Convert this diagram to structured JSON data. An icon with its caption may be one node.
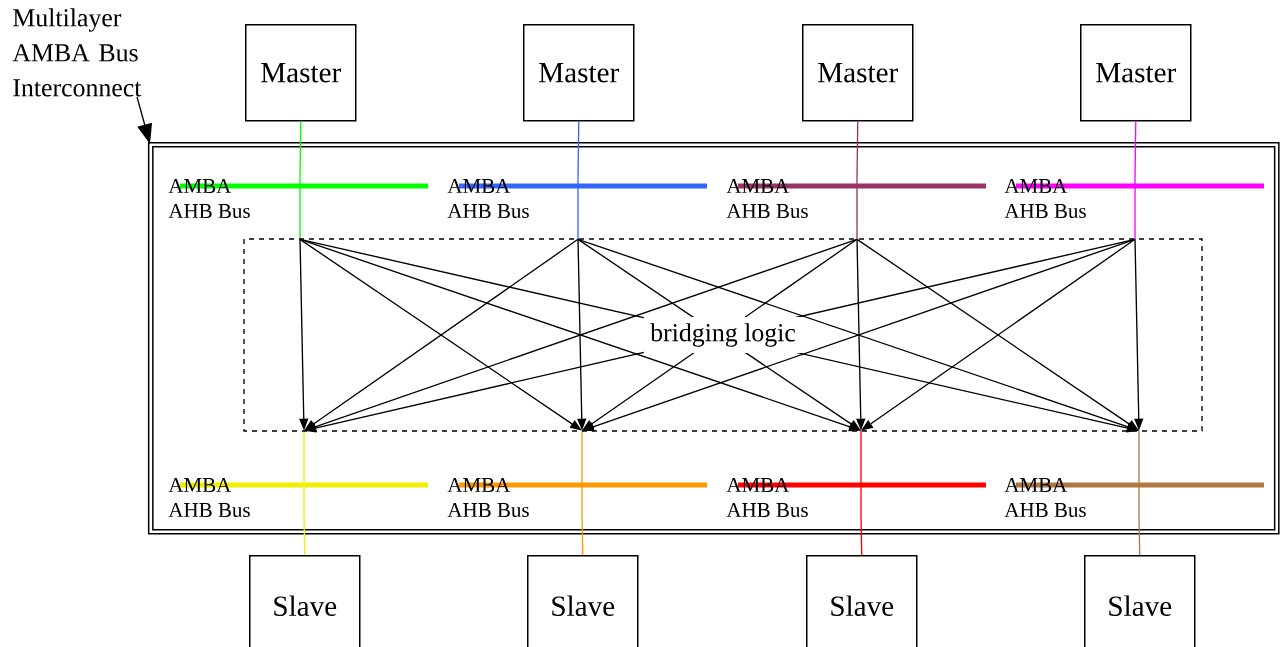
{
  "diagram": {
    "nodes": [
      {
        "text": [
          "Multilayer AMBA Bus Interconnect"
        ]
      },
      {
        "text": [],
        "shape": "box"
      },
      {
        "text": [
          "Master"
        ]
      },
      {
        "text": [
          "Master"
        ]
      },
      {
        "text": [
          "Master"
        ]
      },
      {
        "text": [
          "Master"
        ]
      },
      {
        "text": [
          "AMBA AHB Bus"
        ],
        "in": 1
      },
      {
        "text": [
          "AMBA AHB Bus"
        ],
        "in": 1
      },
      {
        "text": [
          "AMBA AHB Bus"
        ],
        "in": 1
      },
      {
        "text": [
          "AMBA AHB Bus"
        ],
        "in": 1
      },
      {
        "text": [
          "AMBA AHB Bus"
        ],
        "in": 1
      },
      {
        "text": [
          "AMBA AHB Bus"
        ],
        "in": 1
      },
      {
        "text": [
          "AMBA AHB Bus"
        ],
        "in": 1
      },
      {
        "text": [
          "AMBA AHB Bus"
        ],
        "in": 1
      },
      {
        "text": [
          "Slave"
        ]
      },
      {
        "text": [
          "Slave"
        ]
      },
      {
        "text": [
          "Slave"
        ]
      },
      {
        "text": [
          "Slave"
        ]
      }
    ],
    "edges": [
      {
        "from": 0,
        "to": 1,
        "arrow": "to"
      },
      {
        "from": 2,
        "to": 6,
        "arrow": "none",
        "color": "#00ff00"
      },
      {
        "from": 3,
        "to": 7,
        "arrow": "none",
        "color": "#3366ff"
      },
      {
        "from": 4,
        "to": 8,
        "arrow": "none",
        "color": "#993366"
      },
      {
        "from": 5,
        "to": 9,
        "arrow": "none",
        "color": "#ff00ff"
      },
      {
        "from": 6,
        "to": 10,
        "arrow": "to"
      },
      {
        "from": 6,
        "to": 11,
        "arrow": "to"
      },
      {
        "from": 6,
        "to": 12,
        "arrow": "to"
      },
      {
        "from": 6,
        "to": 13,
        "arrow": "to"
      },
      {
        "from": 7,
        "to": 10,
        "arrow": "to"
      },
      {
        "from": 7,
        "to": 11,
        "arrow": "to"
      },
      {
        "from": 7,
        "to": 12,
        "arrow": "to"
      },
      {
        "from": 7,
        "to": 13,
        "arrow": "to"
      },
      {
        "from": 8,
        "to": 10,
        "arrow": "to"
      },
      {
        "from": 8,
        "to": 11,
        "arrow": "to"
      },
      {
        "from": 8,
        "to": 12,
        "arrow": "to"
      },
      {
        "from": 8,
        "to": 13,
        "arrow": "to"
      },
      {
        "from": 9,
        "to": 10,
        "arrow": "to"
      },
      {
        "from": 9,
        "to": 11,
        "arrow": "to"
      },
      {
        "from": 9,
        "to": 12,
        "arrow": "to"
      },
      {
        "from": 9,
        "to": 13,
        "arrow": "to"
      },
      {
        "from": 10,
        "to": 14,
        "arrow": "none",
        "color": "#f0f000"
      },
      {
        "from": 11,
        "to": 15,
        "arrow": "none",
        "color": "#ff9900"
      },
      {
        "from": 12,
        "to": 16,
        "arrow": "none",
        "color": "#ff0000"
      },
      {
        "from": 13,
        "to": 17,
        "arrow": "none",
        "color": "#b07840"
      }
    ],
    "labels": [
      "bridging logic"
    ]
  }
}
